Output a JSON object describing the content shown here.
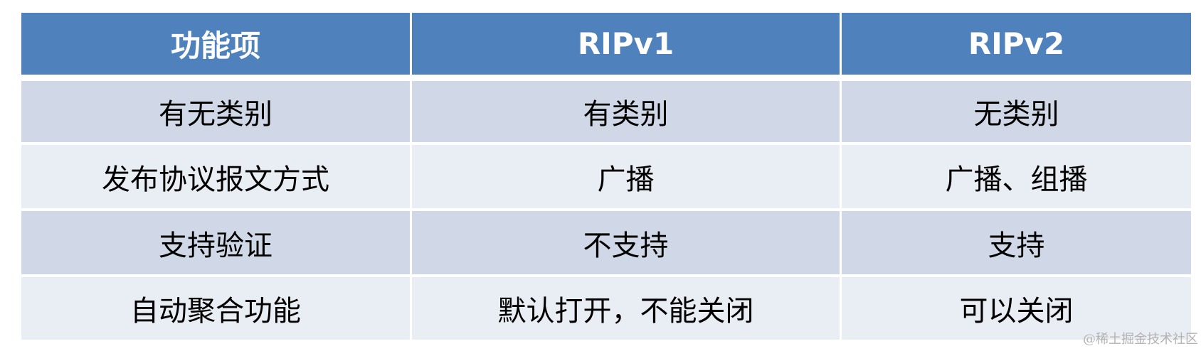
{
  "table": {
    "headers": [
      "功能项",
      "RIPv1",
      "RIPv2"
    ],
    "rows": [
      [
        "有无类别",
        "有类别",
        "无类别"
      ],
      [
        "发布协议报文方式",
        "广播",
        "广播、组播"
      ],
      [
        "支持验证",
        "不支持",
        "支持"
      ],
      [
        "自动聚合功能",
        "默认打开，不能关闭",
        "可以关闭"
      ]
    ]
  },
  "colors": {
    "header_bg": "#4F81BD",
    "header_text": "#FFFFFF",
    "row_dark_bg": "#D0D8E8",
    "row_light_bg": "#E9EDF4",
    "cell_text": "#000000"
  },
  "watermark": "@稀土掘金技术社区"
}
